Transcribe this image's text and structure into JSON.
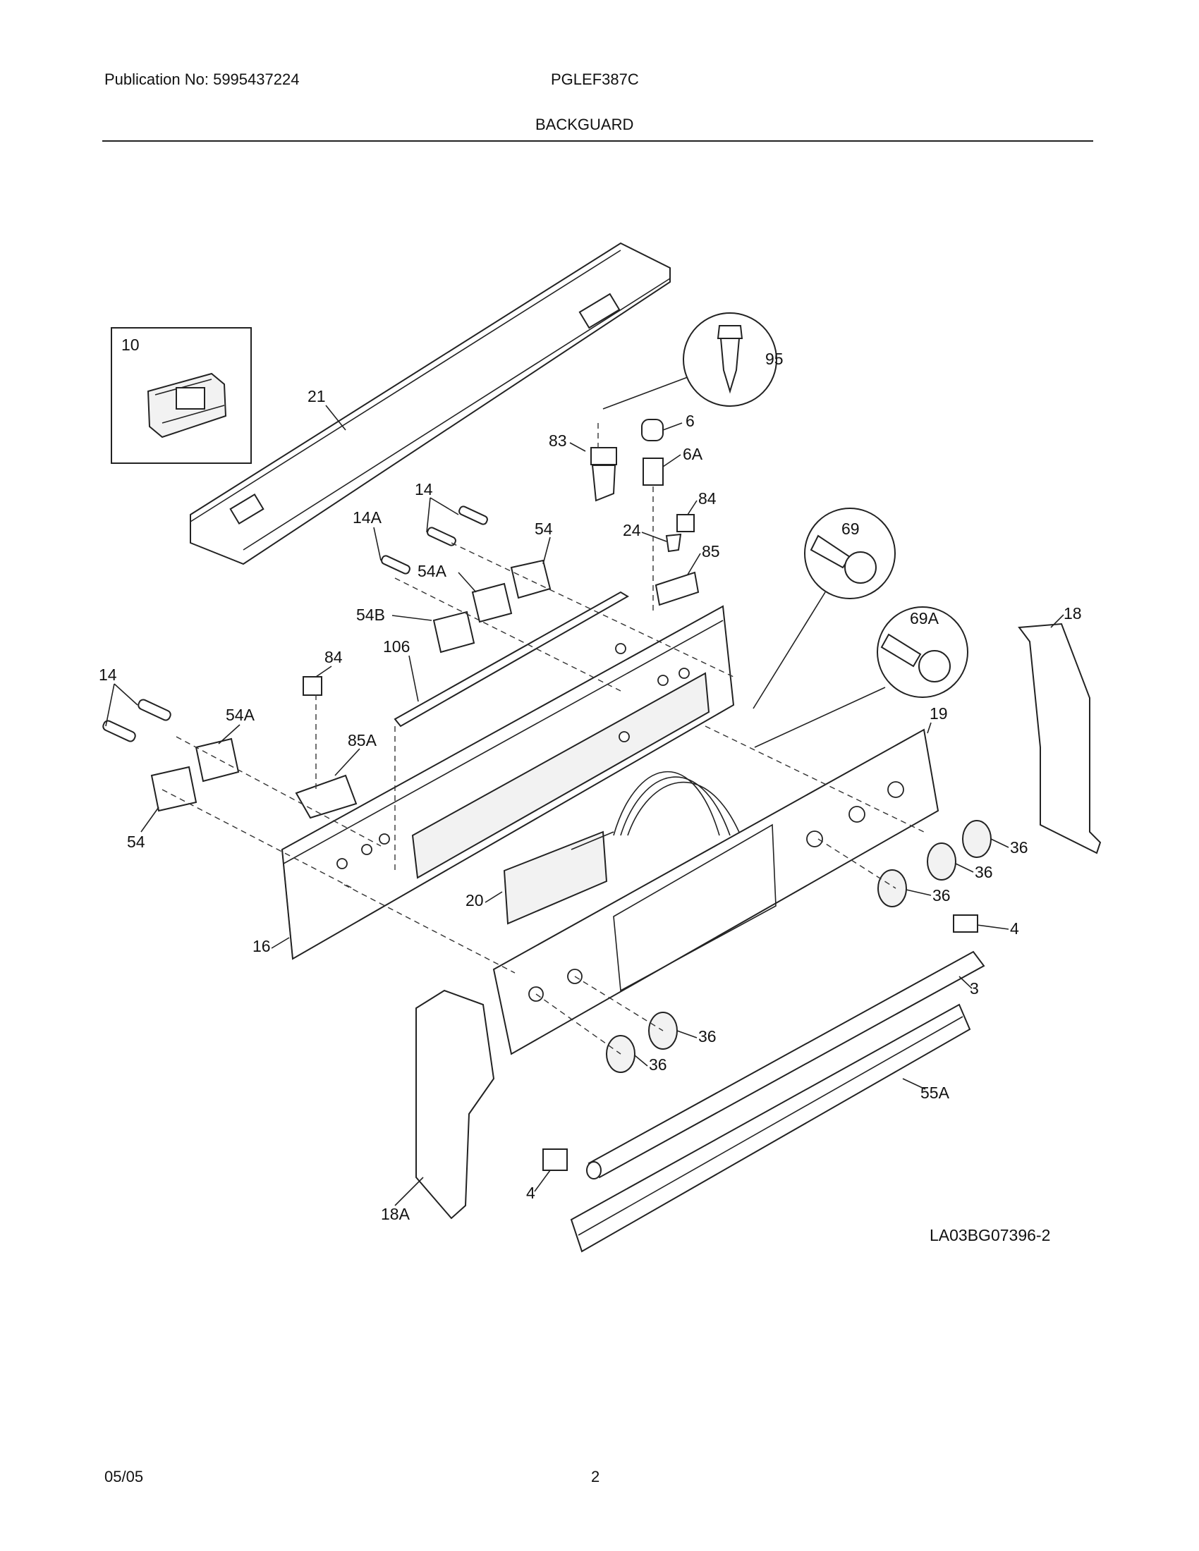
{
  "header": {
    "publication": "Publication No: 5995437224",
    "model": "PGLEF387C",
    "section_title": "BACKGUARD"
  },
  "footer": {
    "date": "05/05",
    "page_number": "2"
  },
  "diagram": {
    "drawing_id": "LA03BG07396-2",
    "part_labels": [
      "10",
      "21",
      "95",
      "83",
      "6",
      "6A",
      "84",
      "24",
      "85",
      "69",
      "69A",
      "18",
      "14",
      "14A",
      "54",
      "54A",
      "54B",
      "106",
      "84",
      "14",
      "54A",
      "85A",
      "54",
      "19",
      "36",
      "36",
      "36",
      "20",
      "16",
      "4",
      "3",
      "36",
      "36",
      "55A",
      "4",
      "18A"
    ]
  }
}
